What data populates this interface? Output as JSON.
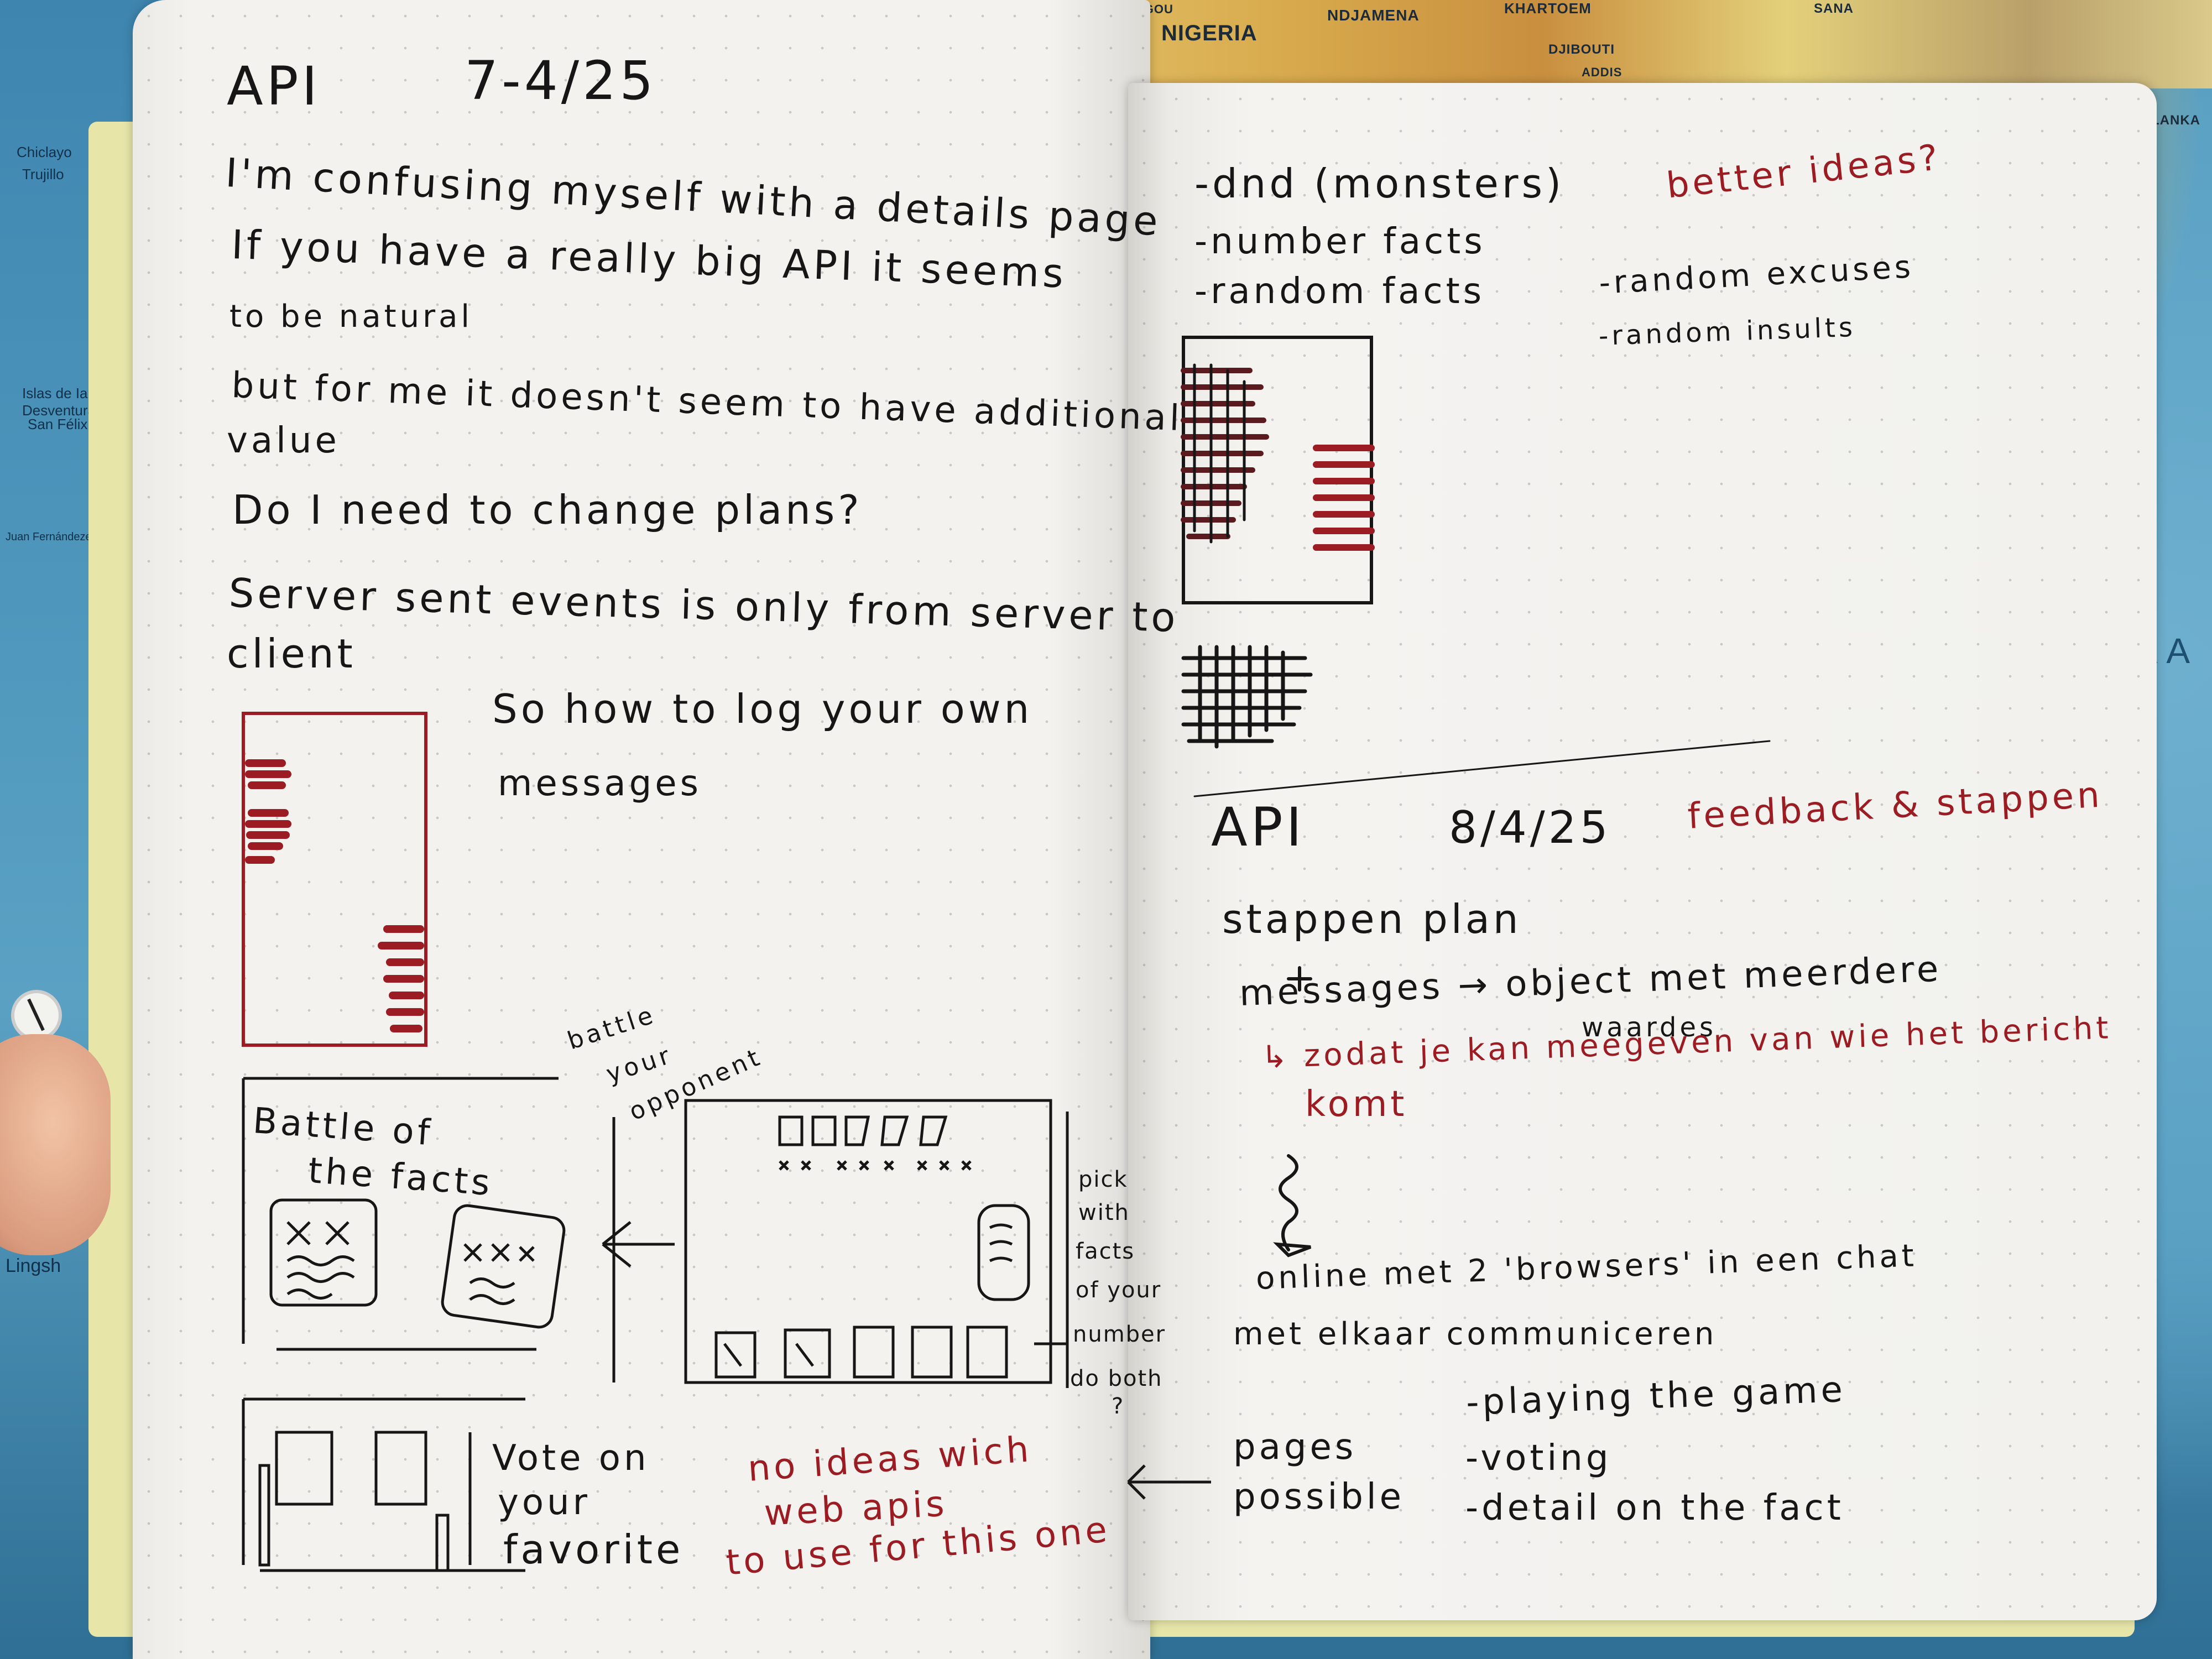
{
  "background": {
    "map_labels": [
      "NIGERIA",
      "NDJAMENA",
      "KHARTOEM",
      "SANA",
      "DJIBOUTI",
      "ADDIS",
      "OUAGADOUGOU",
      "LANKA",
      "Islas de Ia Desventura",
      "San Félix",
      "Juan Fernándezeilan",
      "EAA",
      "Chiclayo",
      "Trujillo",
      "Lingsh"
    ],
    "colors": {
      "ink": "#161616",
      "red_ink": "#9b1c22",
      "paper": "#f1f0ec",
      "cover": "#e7e6a8"
    }
  },
  "left_page": {
    "heading_title": "API",
    "heading_date": "7-4/25",
    "lines": [
      "I'm confusing myself with a details page",
      "If you have a really big API it seems",
      "to be natural",
      "but for me it doesn't seem to have additional",
      "value",
      "Do I need to change plans?",
      "Server sent events is only from server to",
      "client"
    ],
    "sketch_note": [
      "So how to log your own",
      "messages"
    ],
    "wireframe_title": [
      "Battle of",
      "the facts"
    ],
    "arrow_note": [
      "battle",
      "your",
      "opponent"
    ],
    "side_note": [
      "pick",
      "with",
      "facts",
      "of your",
      "number",
      "do both",
      "?"
    ],
    "vote_note": [
      "Vote on",
      "your",
      "favorite"
    ],
    "red_note": [
      "no ideas wich",
      "web apis",
      "to use for this one"
    ]
  },
  "right_page": {
    "list": [
      "-dnd (monsters)",
      "-number facts",
      "-random facts"
    ],
    "red_list_title": "better ideas?",
    "extra_list": [
      "-random excuses",
      "-random insults"
    ],
    "heading_title": "API",
    "heading_date": "8/4/25",
    "heading_red": "feedback & stappen",
    "plan_title": "stappen plan",
    "plan_line": "messages → object met meerdere",
    "plan_line_sub": "waardes",
    "red_plan": [
      "↳ zodat je kan meegeven van wie het bericht",
      "komt"
    ],
    "online_line": [
      "online met 2 'browsers' in een chat",
      "met elkaar communiceren"
    ],
    "pages_label": [
      "pages",
      "possible"
    ],
    "pages_list": [
      "-playing the game",
      "-voting",
      "-detail on the fact"
    ]
  }
}
